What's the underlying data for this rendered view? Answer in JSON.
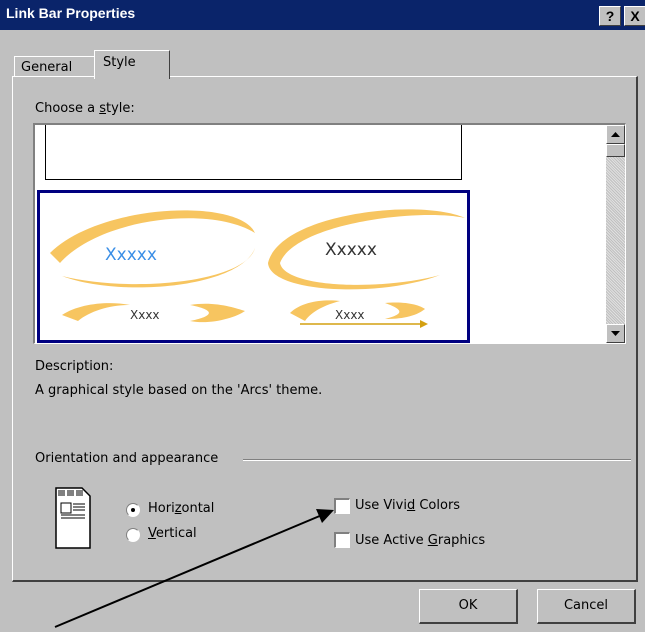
{
  "window": {
    "title": "Link Bar Properties",
    "help_label": "?",
    "close_label": "X"
  },
  "tabs": [
    {
      "label": "General",
      "selected": false
    },
    {
      "label": "Style",
      "selected": true
    }
  ],
  "style_list": {
    "label_pre": "Choose a ",
    "label_access": "s",
    "label_post": "tyle:",
    "preview_items": [
      "Xxxxx",
      "Xxxxx",
      "Xxxx",
      "Xxxx"
    ]
  },
  "description": {
    "label": "Description:",
    "text": "A graphical style based on the 'Arcs' theme."
  },
  "orientation": {
    "group_label": "Orientation and appearance",
    "horizontal_pre": "Hori",
    "horizontal_access": "z",
    "horizontal_post": "ontal",
    "vertical_pre": "",
    "vertical_access": "V",
    "vertical_post": "ertical",
    "selected": "horizontal"
  },
  "options": {
    "vivid_pre": "Use Vivi",
    "vivid_access": "d",
    "vivid_post": " Colors",
    "vivid_checked": false,
    "active_pre": "Use Active ",
    "active_access": "G",
    "active_post": "raphics",
    "active_checked": false
  },
  "buttons": {
    "ok": "OK",
    "cancel": "Cancel"
  },
  "colors": {
    "title_bar": "#0a246a",
    "selection_border": "#000080",
    "arc": "#f7c560",
    "link_blue": "#3a8ee6"
  }
}
